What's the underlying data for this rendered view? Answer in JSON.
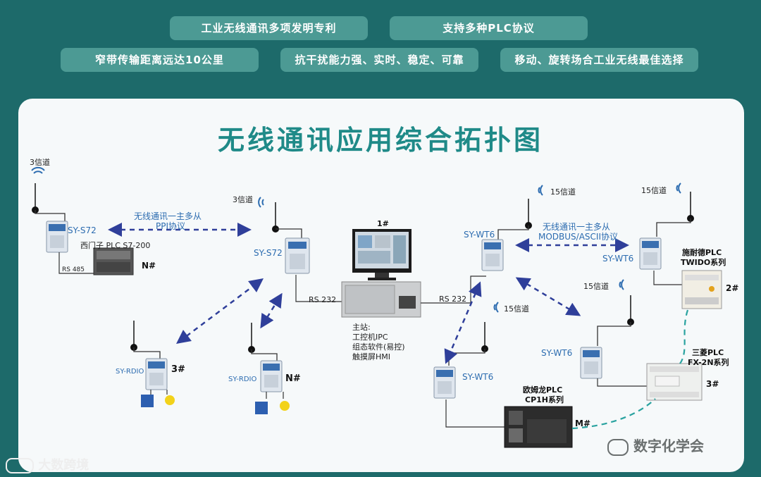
{
  "banner": {
    "pills": [
      "工业无线通讯多项发明专利",
      "支持多种PLC协议",
      "窄带传输距离远达10公里",
      "抗干扰能力强、实时、稳定、可靠",
      "移动、旋转场合工业无线最佳选择"
    ]
  },
  "diagram": {
    "title": "无线通讯应用综合拓扑图",
    "labels": {
      "ch3_a": "3信道",
      "ch3_b": "3信道",
      "ch15_a": "15信道",
      "ch15_b": "15信道",
      "ch15_c": "15信道",
      "ch15_d": "15信道",
      "sy_s72_a": "SY-S72",
      "sy_s72_b": "SY-S72",
      "siemens": "西门子 PLC S7-200",
      "rs485": "RS 485",
      "n_hash_a": "N#",
      "ppi_1": "无线通讯一主多从",
      "ppi_2": "PPI协议",
      "hmi_num": "1#",
      "rs232_a": "RS 232",
      "rs232_b": "RS 232",
      "master_1": "主站:",
      "master_2": "工控机IPC",
      "master_3": "组态软件(易控)",
      "master_4": "触摸屏HMI",
      "sy_rdio_a": "SY-RDIO",
      "sy_rdio_b": "SY-RDIO",
      "three_hash_a": "3#",
      "n_hash_b": "N#",
      "sy_wt6_a": "SY-WT6",
      "sy_wt6_b": "SY-WT6",
      "sy_wt6_c": "SY-WT6",
      "sy_wt6_d": "SY-WT6",
      "modbus_1": "无线通讯一主多从",
      "modbus_2": "MODBUS/ASCII协议",
      "schneider_1": "施耐德PLC",
      "schneider_2": "TWIDO系列",
      "two_hash": "2#",
      "mitsu_1": "三菱PLC",
      "mitsu_2": "FX-2N系列",
      "three_hash_b": "3#",
      "omron_1": "欧姆龙PLC",
      "omron_2": "CP1H系列",
      "m_hash": "M#"
    },
    "colors": {
      "title": "#1f8a88",
      "arrow": "#2f3f9a",
      "dashed_link": "#2aa3a0",
      "label_blue": "#2c6cb0"
    }
  },
  "watermarks": {
    "left": "大数跨境",
    "right": "数字化学会"
  }
}
